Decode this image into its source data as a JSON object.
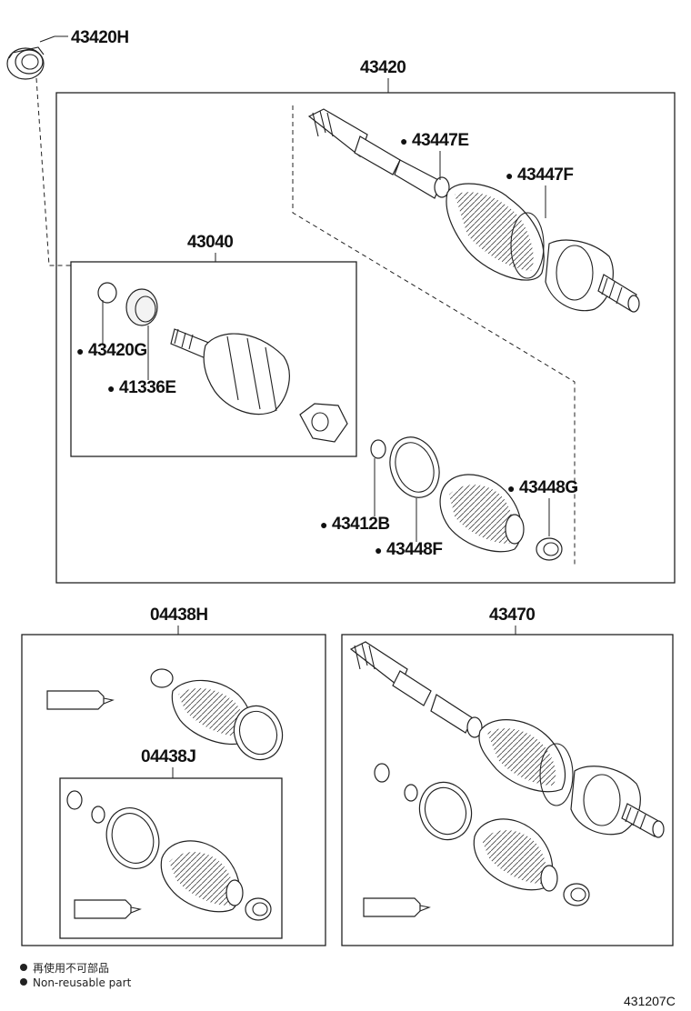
{
  "assembly_labels": {
    "a43420H": "43420H",
    "a43420": "43420",
    "a43040": "43040",
    "a04438H": "04438H",
    "a04438J": "04438J",
    "a43470": "43470"
  },
  "parts": {
    "p43447E": "43447E",
    "p43447F": "43447F",
    "p43420G": "43420G",
    "p41336E": "41336E",
    "p43448G": "43448G",
    "p43412B": "43412B",
    "p43448F": "43448F"
  },
  "legend": {
    "zh": "再使用不可部品",
    "en": "Non-reusable part"
  },
  "diagram_code": "431207C"
}
